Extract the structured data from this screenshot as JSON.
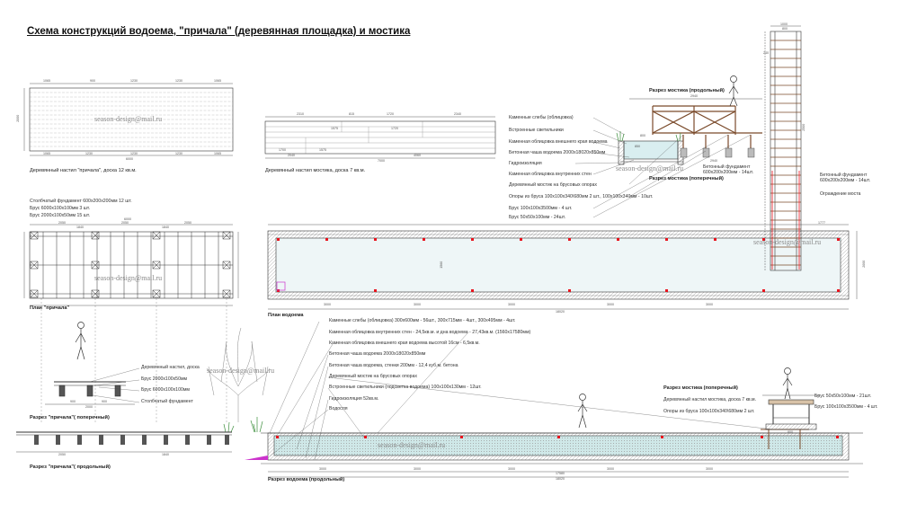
{
  "title": "Схема конструкций водоема, \"причала\" (деревянная площадка) и мостика",
  "watermark": "season-design@mail.ru",
  "captions": {
    "deck_pier": "Деревянный настил \"причала\", доска 12 кв.м.",
    "deck_bridge": "Деревянный настил мостика, доска 7 кв.м.",
    "plan_pier": "План \"причала\"",
    "plan_pond": "План водоема",
    "section_pier_cross": "Разрез \"причала\"( поперечный)",
    "section_pier_long": "Разрез \"причала\"( продольный)",
    "section_pond_long": "Разрез водоема (продольный)",
    "section_bridge_long": "Разрез мостика (продольный)",
    "section_bridge_cross_top": "Разрез мостика (поперечный)",
    "section_bridge_cross_bottom": "Разрез мостика (поперечный)"
  },
  "pier_plan_notes": [
    "Столбчатый фундамент 600х200х200мм 12 шт.",
    "Брус 6000х100х100мм 3 шт.",
    "Брус 2000х100х50мм 15 шт."
  ],
  "bridge_section_notes": [
    "Каменные слебы (облицовка)",
    "Встроенные светильники",
    "Каменная облицовка внешнего края водоема",
    "Бетонная чаша водоема 2000х18020х850мм",
    "Гидроизоляция",
    "Каменная облицовка внутренних стен",
    "Деревянный мостик на брусовых опорах",
    "Опоры из бруса 100х100х340\\680мм 2 шт., 100х100х340мм - 10шт.",
    "Брус 100х100х3500мм - 4 шт.",
    "Брус 50х50х100мм - 24шт."
  ],
  "bridge_right_notes": [
    "Бетонный фундамент 600х200х200мм - 14шт.",
    "Ограждение моста"
  ],
  "bridge_mid_note": "Бетонный фундамент 600х200х200мм - 14шт.",
  "pond_notes": [
    "Каменные слебы (облицовка) 300х600мм - 56шт., 300х715мм - 4шт., 300х495мм - 4шт.",
    "Каменная облицовка внутренних стен - 24,5кв.м. и дна водоема - 27,43кв.м. (1560х17580мм)",
    "Каменная облицовка внешнего края водоема высотой 16см - 6,5кв.м.",
    "Бетонная чаша водоема 2000х18020х850мм",
    "Бетонная чаша водоема, стенки 200мм - 12,4 куб.м. бетона",
    "Деревянный мостик на брусовых опорах",
    "Встроенные светильники (подсветка водоема) 100х100х130мм - 12шт.",
    "Гидроизоляция 52кв.м.",
    "Водосля"
  ],
  "pier_section_notes": [
    "Деревянный настил, доска",
    "Брус 2000х100х50мм",
    "Брус 6000х100х100мм",
    "Столбчатый фундамент"
  ],
  "bridge_cross_notes": [
    "Деревянный настил мостика, доска 7 кв.м.",
    "Опоры из бруса 100х100х340\\680мм 2 шт."
  ],
  "bridge_cross_right_notes": [
    "Брус 50х50х100мм - 21шт.",
    "Брус 100х100х3500мм - 4 шт."
  ],
  "dims": {
    "pier_deck_top": [
      "1065",
      "900",
      "1230",
      "1230",
      "1065"
    ],
    "pier_deck_bottom": [
      "1065",
      "1230",
      "1230",
      "1230",
      "1065"
    ],
    "pier_deck_total": "6000",
    "pier_deck_height": "2000",
    "bridge_deck_top": [
      "2310",
      "815",
      "1720",
      "2340"
    ],
    "bridge_deck_mid": [
      "1575",
      "1720"
    ],
    "bridge_deck_bottom": [
      "1700",
      "1575",
      "2040",
      "4060"
    ],
    "bridge_deck_total": "7000",
    "pier_plan_top": [
      "2050",
      "2050",
      "2050"
    ],
    "pier_plan_sub": [
      "1840",
      "1840"
    ],
    "pier_plan_total": "6000",
    "pond_plan_bottom": [
      "3000",
      "3000",
      "3000",
      "3000",
      "3000"
    ],
    "pond_plan_total": "18020",
    "pond_plan_height": "2000",
    "pond_plan_inner": "1560",
    "pond_plan_right": "1777",
    "pond_section_bottom": [
      "3000",
      "3000",
      "3000",
      "3000",
      "3000"
    ],
    "pond_section_total": "18020",
    "pond_section_inner": "17580",
    "pier_long_bottom": [
      "2050",
      "1840"
    ],
    "pier_cross_bottom": [
      "2000",
      "900",
      "900"
    ],
    "bridge_cross_bottom": "800",
    "bridge_long_top": "2940",
    "bridge_long_bottom": "2940",
    "bridge_long_left": "800",
    "bridge_long_height": "850",
    "bridge_top_width": "1000",
    "bridge_top_sub": "800",
    "bridge_ladder_steps": "240",
    "bridge_ladder_side": "2500"
  },
  "colors": {
    "line": "#333333",
    "water": "#e3f1f3",
    "water_section": "#cfe8e8",
    "wood": "#7a4a2a",
    "light": "#e8141e",
    "grass": "#3e8f3e",
    "hatch": "#999999"
  }
}
